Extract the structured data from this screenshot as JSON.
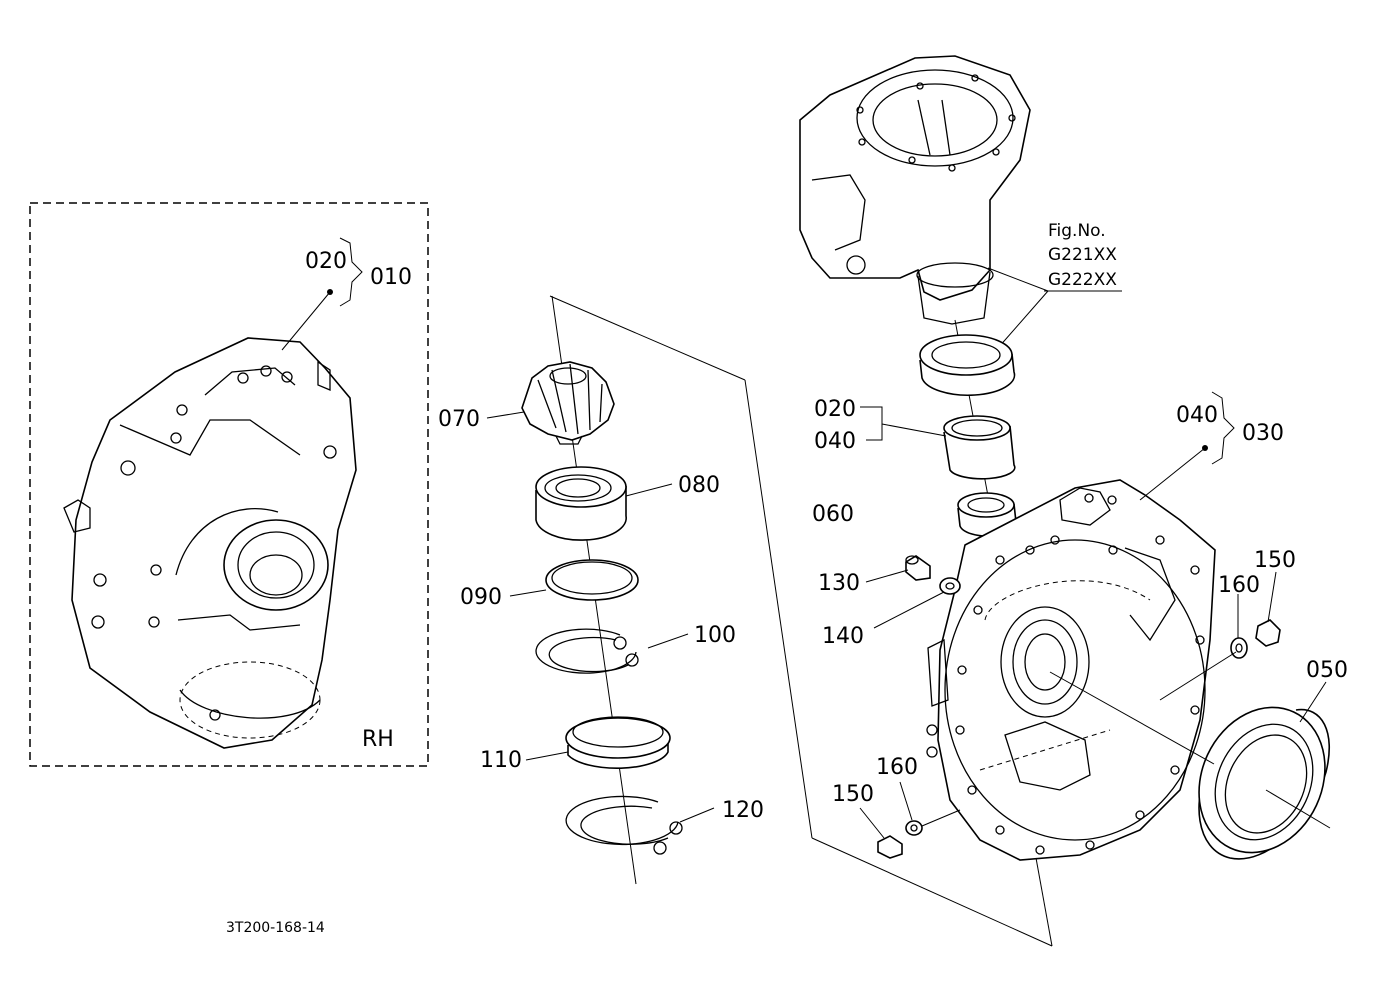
{
  "diagram": {
    "labels": {
      "p020_rh": "020",
      "p010": "010",
      "rh": "RH",
      "p070": "070",
      "p080": "080",
      "p090": "090",
      "p100": "100",
      "p110": "110",
      "p120": "120",
      "fig_no": "Fig.No.",
      "fig_g221": "G221XX",
      "fig_g222": "G222XX",
      "p020": "020",
      "p040": "040",
      "p060": "060",
      "p040_b": "040",
      "p030": "030",
      "p130": "130",
      "p140": "140",
      "p150_r": "150",
      "p160_r": "160",
      "p050": "050",
      "p160_l": "160",
      "p150_l": "150"
    },
    "drawing_code": "3T200-168-14"
  }
}
